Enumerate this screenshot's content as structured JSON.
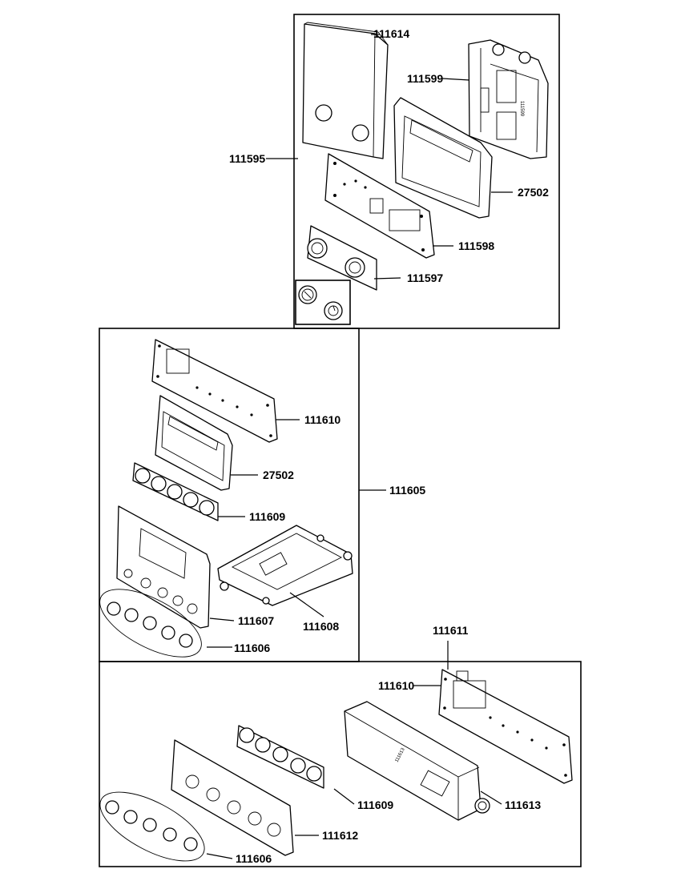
{
  "labels": {
    "p111614": "111614",
    "p111599": "111599",
    "p111595": "111595",
    "p27502_top": "27502",
    "p111598": "111598",
    "p111597": "111597",
    "p111610_mid": "111610",
    "p27502_mid": "27502",
    "p111605": "111605",
    "p111609_mid": "111609",
    "p111607": "111607",
    "p111608": "111608",
    "p111606_mid": "111606",
    "p111611": "111611",
    "p111610_bot": "111610",
    "p111609_bot": "111609",
    "p111613": "111613",
    "p111612": "111612",
    "p111606_bot": "111606"
  }
}
